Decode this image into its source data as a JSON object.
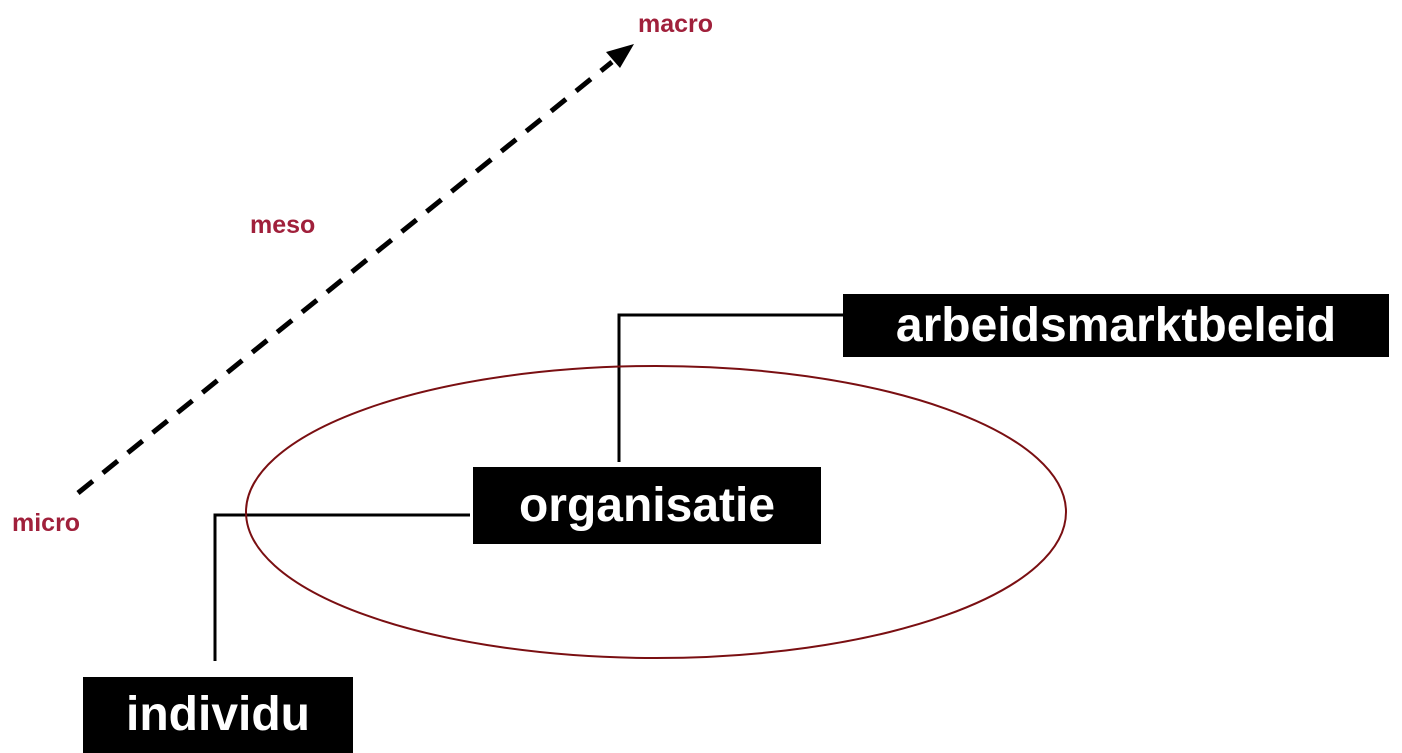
{
  "levels": {
    "macro": "macro",
    "meso": "meso",
    "micro": "micro"
  },
  "nodes": {
    "arbeidsmarktbeleid": "arbeidsmarktbeleid",
    "organisatie": "organisatie",
    "individu": "individu"
  },
  "colors": {
    "level_text": "#a0203b",
    "box_fill": "#000000",
    "box_text": "#ffffff",
    "connector": "#000000",
    "arrow": "#000000",
    "highlight_ellipse": "#7a0f12"
  },
  "icons": {
    "arrow_head": "arrow-head-icon"
  }
}
